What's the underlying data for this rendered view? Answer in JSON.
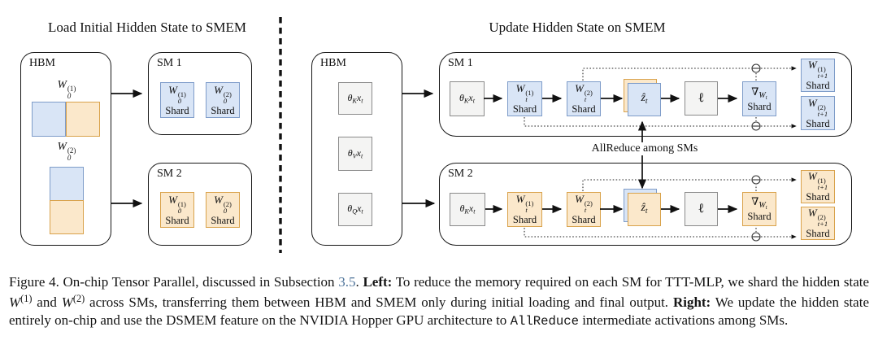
{
  "left_panel": {
    "title": "Load Initial Hidden State to SMEM",
    "hbm_label": "HBM",
    "sm1_label": "SM 1",
    "sm2_label": "SM 2",
    "w01": [
      {
        "t": "W",
        "sup": "(1)",
        "sub": "0"
      }
    ],
    "w02": [
      {
        "t": "W",
        "sup": "(2)",
        "sub": "0"
      }
    ]
  },
  "right_panel": {
    "title": "Update Hidden State on SMEM",
    "hbm_label": "HBM",
    "sm1_label": "SM 1",
    "sm2_label": "SM 2",
    "theta_k": [
      {
        "t": "θ",
        "sub": "K"
      },
      {
        "t": "x",
        "sub": "t"
      }
    ],
    "theta_v": [
      {
        "t": "θ",
        "sub": "V"
      },
      {
        "t": "x",
        "sub": "t"
      }
    ],
    "theta_q": [
      {
        "t": "θ",
        "sub": "Q"
      },
      {
        "t": "x",
        "sub": "t"
      }
    ],
    "wt1": [
      {
        "t": "W",
        "sup": "(1)",
        "sub": "t"
      }
    ],
    "wt2": [
      {
        "t": "W",
        "sup": "(2)",
        "sub": "t"
      }
    ],
    "zhat": [
      {
        "t": "ẑ",
        "sub": "t"
      }
    ],
    "loss": [
      {
        "t": "ℓ",
        "up": true
      }
    ],
    "grad": [
      {
        "t": "∇",
        "up": true
      },
      {
        "t": "W",
        "s": "sub",
        "sub": "t"
      }
    ],
    "wt1_next": [
      {
        "t": "W",
        "sup": "(1)",
        "sub": "t+1"
      }
    ],
    "wt2_next": [
      {
        "t": "W",
        "sup": "(2)",
        "sub": "t+1"
      }
    ],
    "allreduce_label": "AllReduce among SMs"
  },
  "shard_label": "Shard",
  "colors": {
    "blue_fill": "#d9e5f6",
    "blue_stroke": "#7e9cc9",
    "orange_fill": "#fbe8cb",
    "orange_stroke": "#d9a24b",
    "gray_fill": "#f4f4f3",
    "gray_stroke": "#8a8a8a",
    "link_blue": "#4d7299"
  },
  "caption": {
    "segments": [
      {
        "t": "Figure 4. On-chip Tensor Parallel, discussed in Subsection "
      },
      {
        "t": "3.5",
        "c": "link"
      },
      {
        "t": ". "
      },
      {
        "t": "Left:",
        "c": "bold"
      },
      {
        "t": " To reduce the memory required on each SM for TTT-MLP, we shard the hidden state "
      },
      {
        "t": "W",
        "c": "mi"
      },
      {
        "t": "(1)",
        "c": "sup"
      },
      {
        "t": " and "
      },
      {
        "t": "W",
        "c": "mi"
      },
      {
        "t": "(2)",
        "c": "sup"
      },
      {
        "t": " across SMs, transferring them between HBM and SMEM only during initial loading and final output. "
      },
      {
        "t": "Right:",
        "c": "bold"
      },
      {
        "t": " We update the hidden state entirely on-chip and use the DSMEM feature on the NVIDIA Hopper GPU architecture to "
      },
      {
        "t": "AllReduce",
        "c": "mono"
      },
      {
        "t": " intermediate activations among SMs."
      }
    ]
  }
}
